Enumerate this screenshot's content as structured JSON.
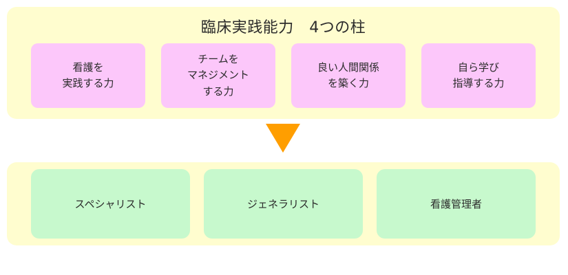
{
  "diagram": {
    "title": "臨床実践能力　4つの柱",
    "colors": {
      "panel_background": "#fffdcf",
      "pillar_box": "#fcc7fa",
      "role_box": "#c7f9cd",
      "arrow": "#ff9e00",
      "text": "#2b2b2b",
      "page_background": "#ffffff"
    },
    "top_panel": {
      "title": "臨床実践能力　4つの柱",
      "pillars": [
        {
          "name": "pillar-nursing-practice",
          "lines": [
            "看護を",
            "実践する力"
          ]
        },
        {
          "name": "pillar-team-management",
          "lines": [
            "チームを",
            "マネジメント",
            "する力"
          ]
        },
        {
          "name": "pillar-human-relations",
          "lines": [
            "良い人間関係",
            "を築く力"
          ]
        },
        {
          "name": "pillar-self-learning",
          "lines": [
            "自ら学び",
            "指導する力"
          ]
        }
      ]
    },
    "arrow": {
      "name": "down-arrow-icon",
      "direction": "down",
      "color": "#ff9e00"
    },
    "bottom_panel": {
      "roles": [
        {
          "name": "role-specialist",
          "label": "スペシャリスト"
        },
        {
          "name": "role-generalist",
          "label": "ジェネラリスト"
        },
        {
          "name": "role-nurse-manager",
          "label": "看護管理者"
        }
      ]
    }
  }
}
